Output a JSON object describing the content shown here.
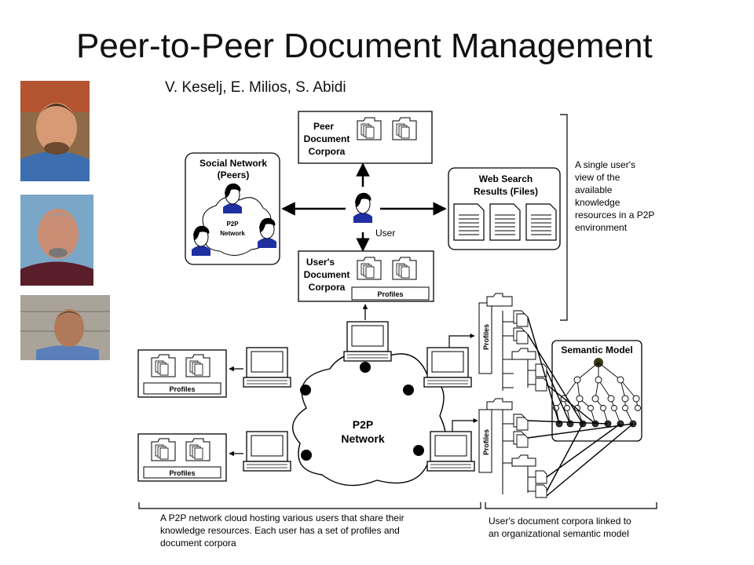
{
  "slide": {
    "title": "Peer-to-Peer Document Management",
    "authors": "V. Keselj, E. Milios, S. Abidi"
  },
  "photos": [
    {
      "icon": "person-photo-1"
    },
    {
      "icon": "person-photo-2"
    },
    {
      "icon": "person-photo-3"
    }
  ],
  "diagram": {
    "peer_corpora": [
      "Peer",
      "Document",
      "Corpora"
    ],
    "social_network": [
      "Social Network",
      "(Peers)"
    ],
    "small_p2p": [
      "P2P",
      "Network"
    ],
    "user_label": "User",
    "web_search": [
      "Web Search",
      "Results (Files)"
    ],
    "users_corpora": [
      "User's",
      "Document",
      "Corpora"
    ],
    "profiles": "Profiles",
    "big_p2p": [
      "P2P",
      "Network"
    ],
    "semantic_model": "Semantic Model",
    "side_note": [
      "A single user's",
      "view of the",
      "available",
      "knowledge",
      "resources in a P2P",
      "environment"
    ],
    "caption_left": [
      "A P2P network cloud hosting various users that share their",
      "knowledge resources. Each user has a set of profiles and",
      "document corpora"
    ],
    "caption_right": [
      "User's document corpora linked to",
      "an organizational semantic model"
    ]
  }
}
